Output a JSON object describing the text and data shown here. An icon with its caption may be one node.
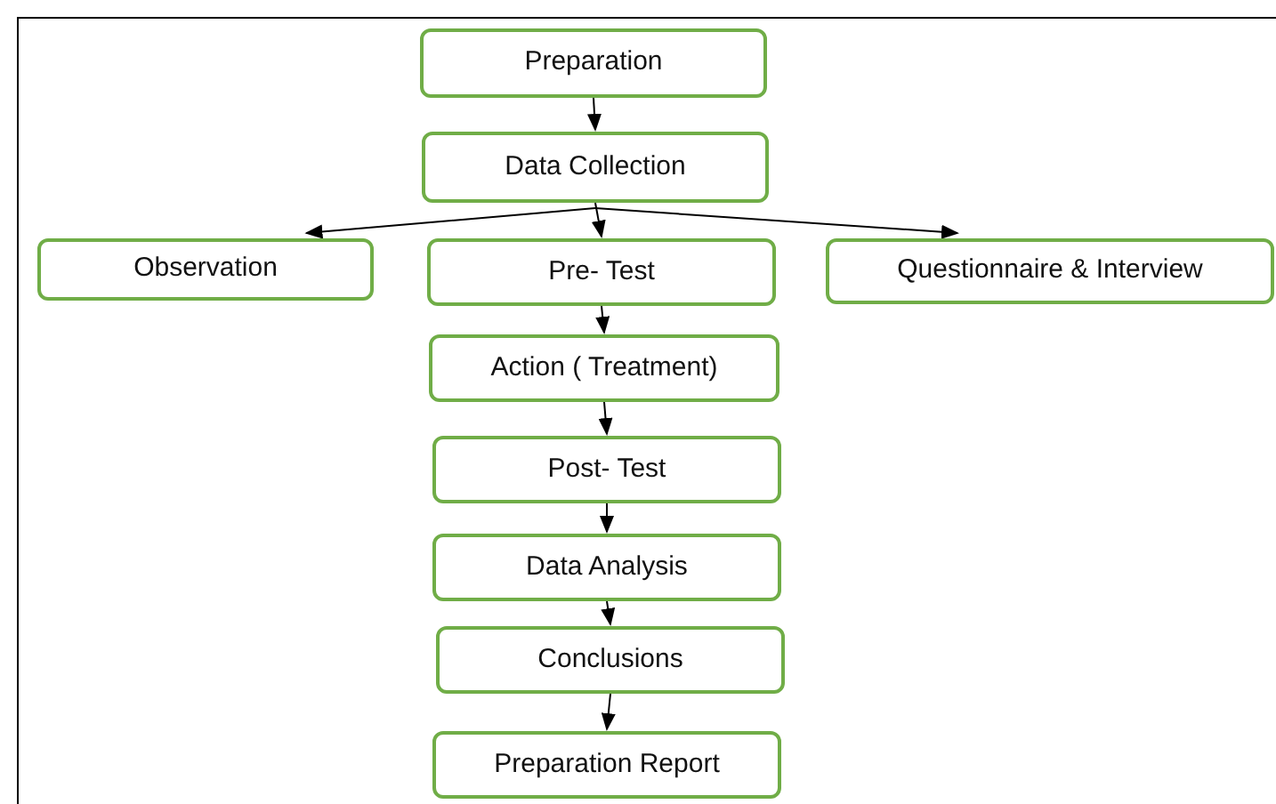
{
  "diagram": {
    "nodes": [
      {
        "text": [
          "Preparation"
        ]
      },
      {
        "text": [
          "Data Collection"
        ]
      },
      {
        "text": [
          "Observation"
        ]
      },
      {
        "text": [
          "Pre- Test"
        ]
      },
      {
        "text": [
          "Questionnaire & Interview"
        ]
      },
      {
        "text": [
          "Action ( Treatment)"
        ]
      },
      {
        "text": [
          "Post- Test"
        ]
      },
      {
        "text": [
          "Data Analysis"
        ]
      },
      {
        "text": [
          "Conclusions"
        ]
      },
      {
        "text": [
          "Preparation Report"
        ]
      }
    ],
    "edges": [
      {
        "from": 0,
        "to": 1,
        "arrow": "to"
      },
      {
        "from": 1,
        "to": 2,
        "arrow": "to"
      },
      {
        "from": 1,
        "to": 3,
        "arrow": "to"
      },
      {
        "from": 1,
        "to": 4,
        "arrow": "to"
      },
      {
        "from": 3,
        "to": 5,
        "arrow": "to"
      },
      {
        "from": 5,
        "to": 6,
        "arrow": "to"
      },
      {
        "from": 6,
        "to": 7,
        "arrow": "to"
      },
      {
        "from": 7,
        "to": 8,
        "arrow": "to"
      },
      {
        "from": 8,
        "to": 9,
        "arrow": "to"
      }
    ]
  }
}
